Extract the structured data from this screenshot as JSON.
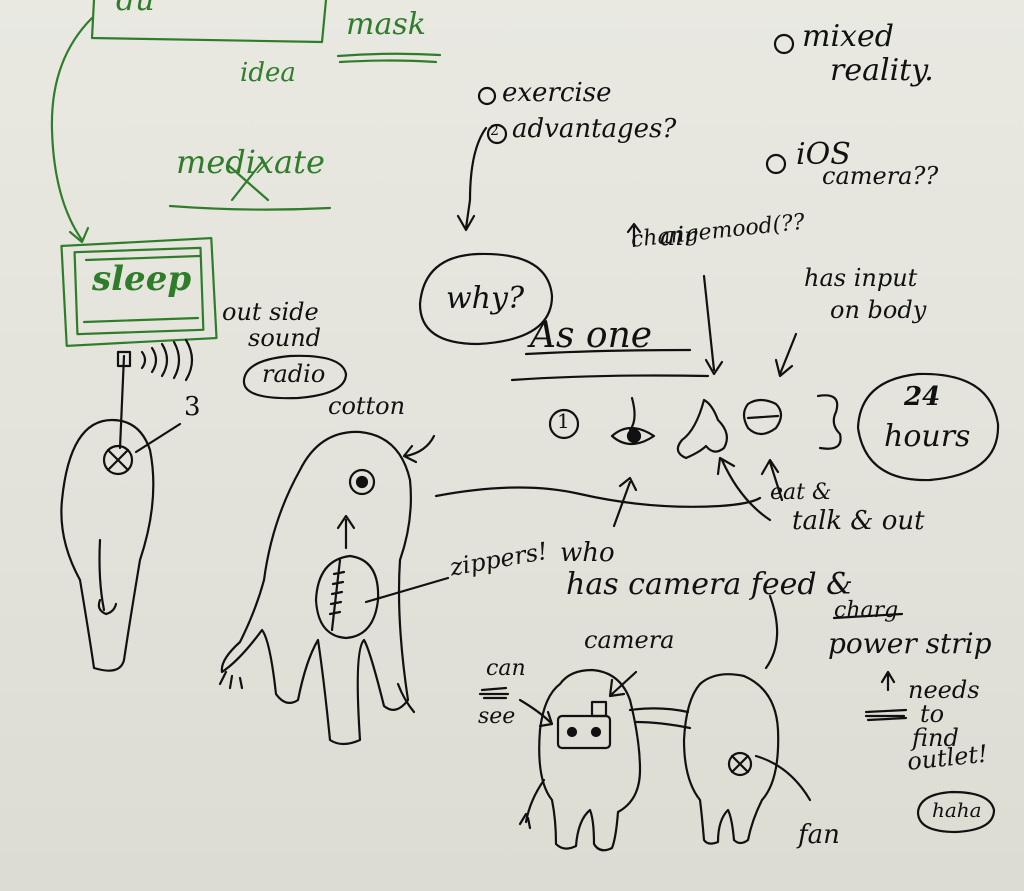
{
  "colors": {
    "paper": "#e6e6de",
    "ink": "#111111",
    "green_ink": "#2f7d2a"
  },
  "notes": {
    "top_fragment": "du",
    "mask": "mask",
    "idea": "idea",
    "meditate": "medixate",
    "sleep": "sleep",
    "outside": "out side",
    "sound": "sound",
    "radio": "radio",
    "ear_glyph": "3",
    "cotton": "cotton",
    "exercise": "exercise",
    "advantages": "advantages?",
    "why": "why?",
    "mixed": "mixed",
    "reality": "reality.",
    "ios": "iOS",
    "camera_q": "camera??",
    "air": "air",
    "changemood": "changemood(??",
    "has_input": "has input",
    "on_body": "on body",
    "as_one": "As one",
    "hours_24": "24",
    "hours": "hours",
    "eat_talk_1": "eat &",
    "eat_talk_2": "talk & out",
    "zippers": "zippers!",
    "who": "who",
    "camera_feed": "has camera feed &",
    "charg": "charg",
    "power_strip": "power strip",
    "camera": "camera",
    "can": "can",
    "see": "see",
    "needs": "needs",
    "to": "to",
    "find": "find",
    "outlet": "outlet!",
    "haha": "haha",
    "fan": "fan",
    "circle_one": "1",
    "circle_two": "2",
    "ear_symbol": "3"
  }
}
